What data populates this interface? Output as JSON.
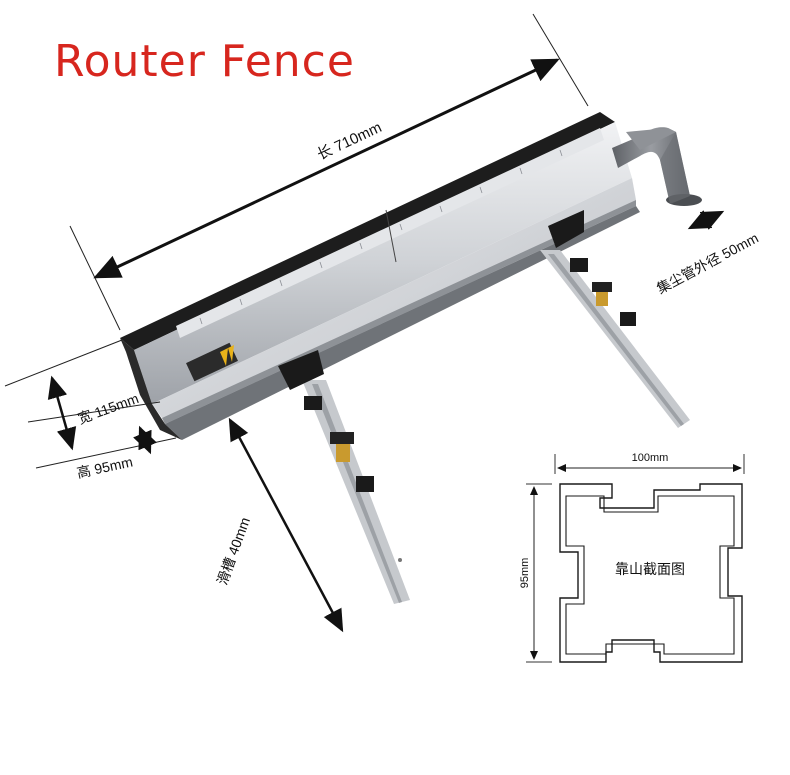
{
  "title": "Router Fence",
  "dimensions": {
    "length": "长 710mm",
    "width": "宽 115mm",
    "height": "高 95mm",
    "slot": "滑槽 40mm",
    "dust_pipe": "集尘管外径 50mm"
  },
  "section": {
    "width_label": "100mm",
    "height_label": "95mm",
    "caption": "靠山截面图"
  },
  "colors": {
    "title": "#d7261e",
    "aluminum": "#cfd2d6",
    "black_part": "#1d1d1d",
    "pipe": "#7c7f84",
    "brass": "#c99a2e"
  }
}
